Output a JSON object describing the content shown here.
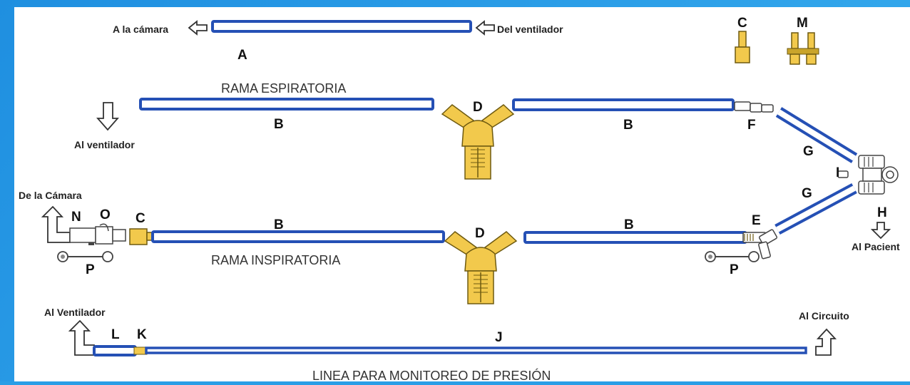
{
  "labels": {
    "a_to_chamber": "A la cámara",
    "a_from_ventilator": "Del ventilador",
    "letter_a": "A",
    "letter_c_top": "C",
    "letter_m": "M",
    "expiratory_title": "RAMA ESPIRATORIA",
    "to_ventilator_top": "Al ventilador",
    "letter_b_exp_left": "B",
    "letter_d_top": "D",
    "letter_b_exp_right": "B",
    "letter_f": "F",
    "letter_g_top": "G",
    "letter_i": "I",
    "letter_g_bottom": "G",
    "from_chamber": "De  la Cámara",
    "letter_n": "N",
    "letter_o": "O",
    "letter_c_left": "C",
    "letter_b_insp_left": "B",
    "letter_d_bottom": "D",
    "letter_b_insp_right": "B",
    "letter_e": "E",
    "letter_h": "H",
    "to_patient": "Al Pacient",
    "letter_p_left": "P",
    "letter_p_right": "P",
    "inspiratory_title": "RAMA INSPIRATORIA",
    "to_ventilator_bottom": "Al Ventilador",
    "to_circuit": "Al Circuito",
    "letter_l": "L",
    "letter_k": "K",
    "letter_j": "J",
    "pressure_line_title": "LINEA PARA MONITOREO DE PRESIÓN"
  },
  "colors": {
    "tube": "#2550b5",
    "connector": "#f2c94c",
    "connector_stroke": "#6e5a10",
    "frame": "#2a9ee6"
  }
}
